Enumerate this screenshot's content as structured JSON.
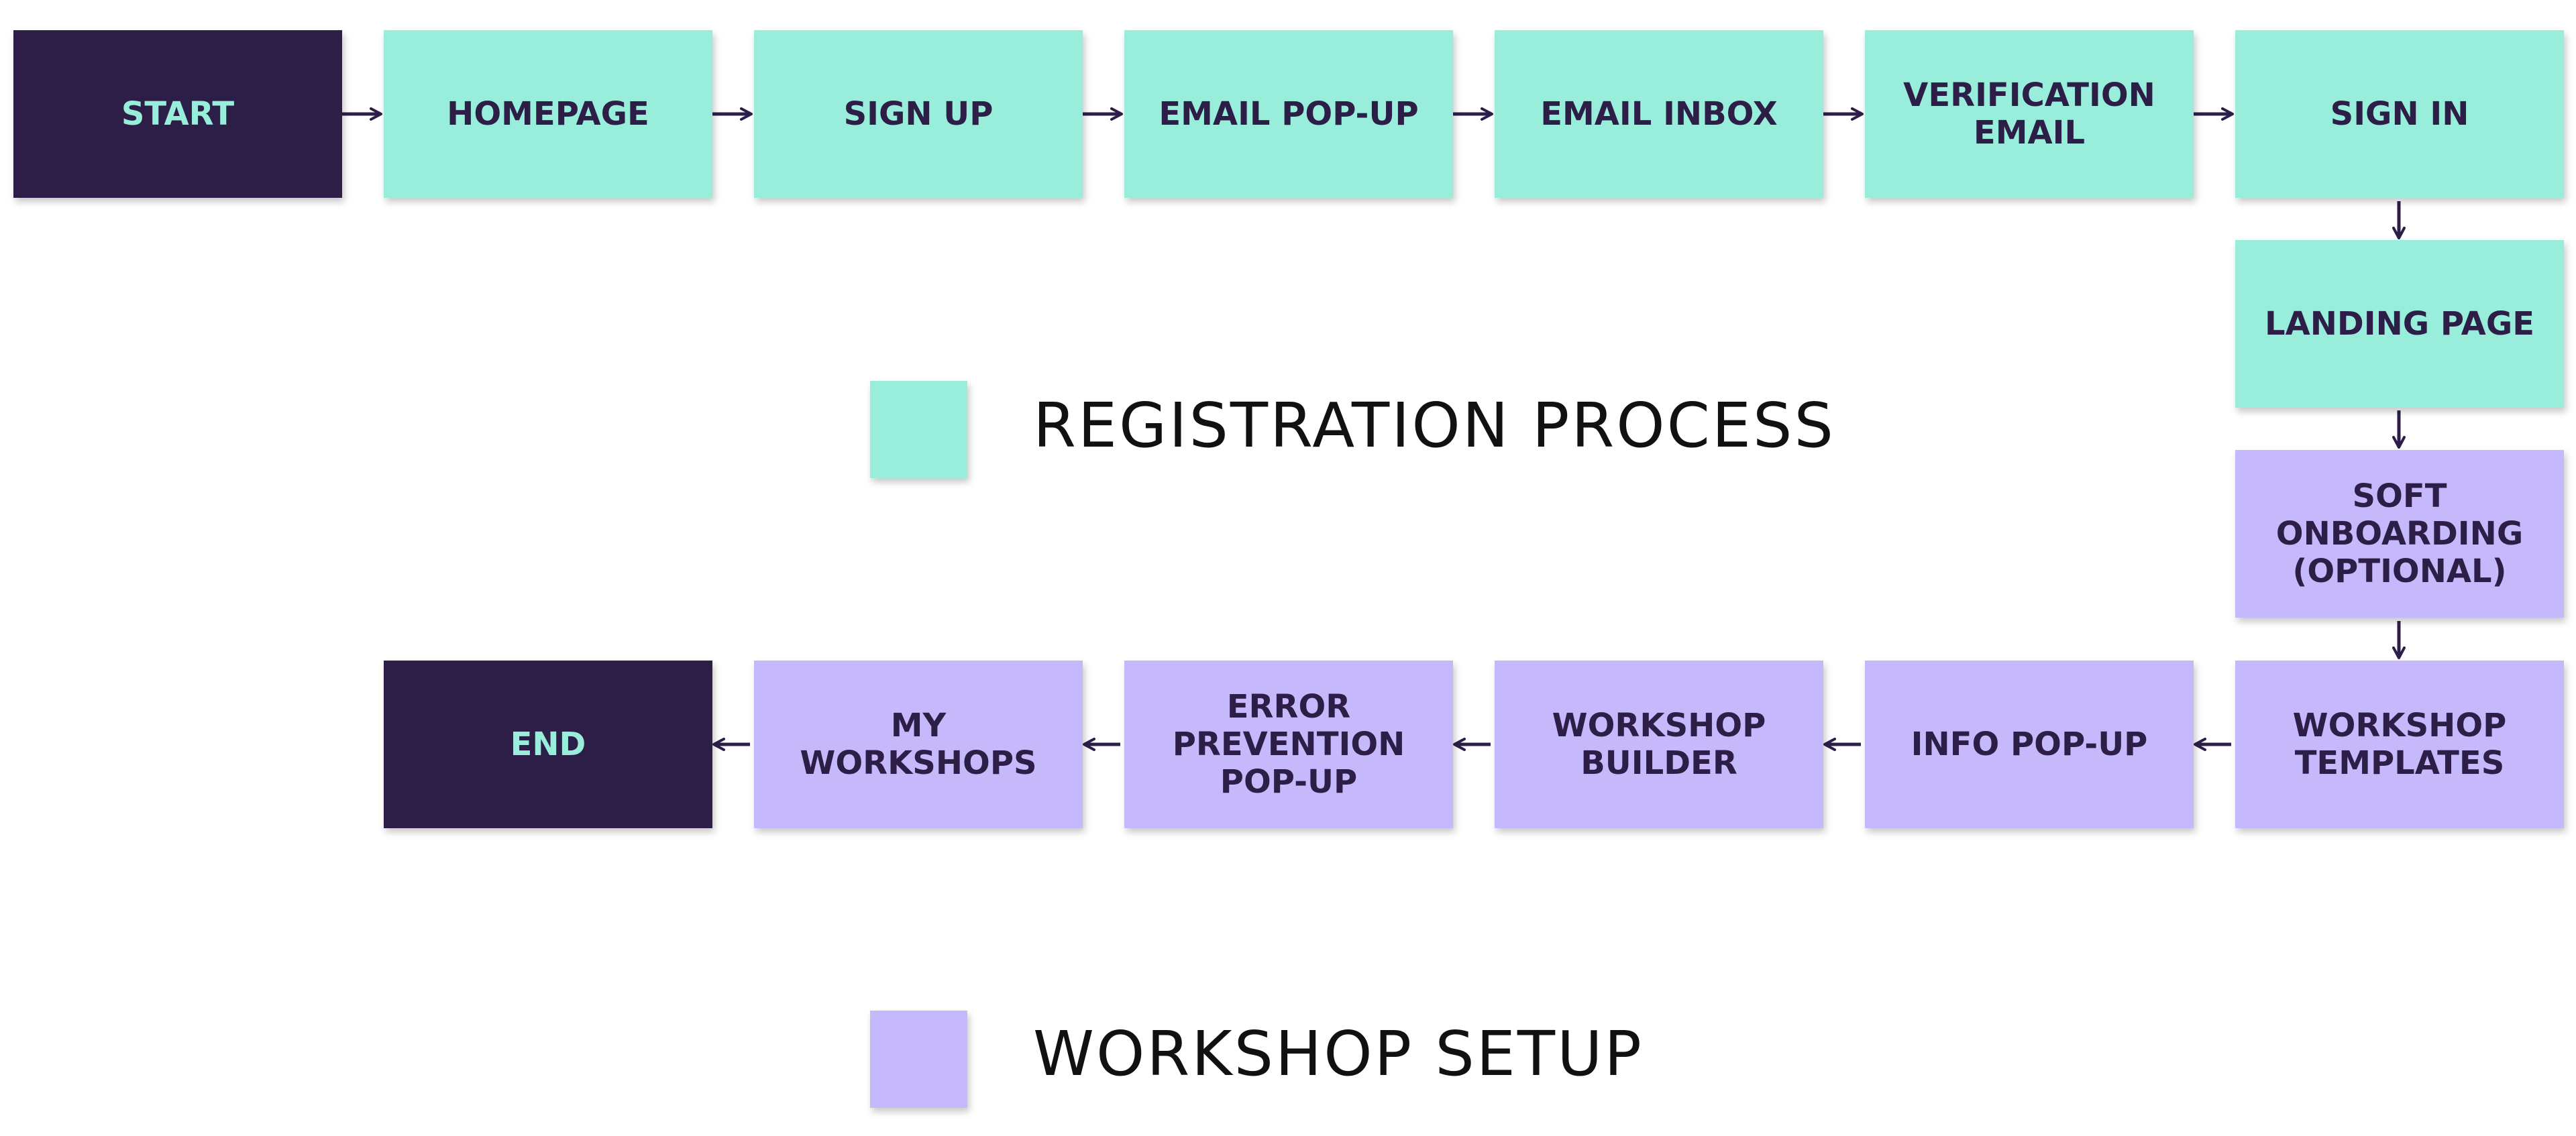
{
  "colors": {
    "registration": "#98eeda",
    "workshop": "#c6b9fb",
    "terminal": "#2d1e48",
    "terminal_text": "#98eeda",
    "text": "#2d1e48",
    "arrow": "#2d1e48"
  },
  "nodes": {
    "start": "START",
    "homepage": "HOMEPAGE",
    "sign_up": "SIGN UP",
    "email_popup": "EMAIL POP-UP",
    "email_inbox": "EMAIL INBOX",
    "verification_email": "VERIFICATION\nEMAIL",
    "sign_in": "SIGN IN",
    "landing_page": "LANDING PAGE",
    "soft_onboarding": "SOFT\nONBOARDING\n(OPTIONAL)",
    "workshop_templates": "WORKSHOP\nTEMPLATES",
    "info_popup": "INFO POP-UP",
    "workshop_builder": "WORKSHOP\nBUILDER",
    "error_prevention": "ERROR\nPREVENTION\nPOP-UP",
    "my_workshops": "MY WORKSHOPS",
    "end": "END"
  },
  "legend": {
    "registration": "REGISTRATION PROCESS",
    "workshop": "WORKSHOP SETUP"
  }
}
